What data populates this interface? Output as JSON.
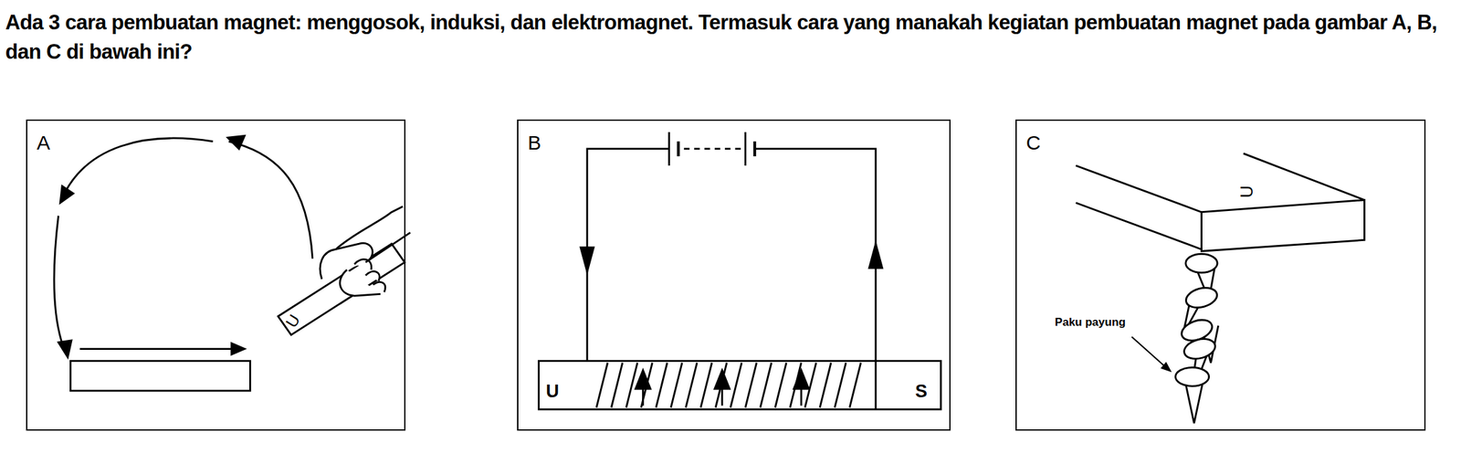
{
  "diagram": {
    "title": "Ada 3 cara pembuatan magnet: menggosok, induksi, dan elektromagnet. Termasuk cara yang manakah kegiatan pembuatan magnet pada gambar A, B, dan C di bawah ini?",
    "nodes": [
      {
        "text": [
          "A"
        ]
      },
      {
        "text": [
          "B"
        ]
      },
      {
        "text": [
          "C"
        ]
      }
    ],
    "edges": [],
    "labels": [
      "U",
      "U",
      "S",
      "U",
      "Paku payung"
    ]
  }
}
